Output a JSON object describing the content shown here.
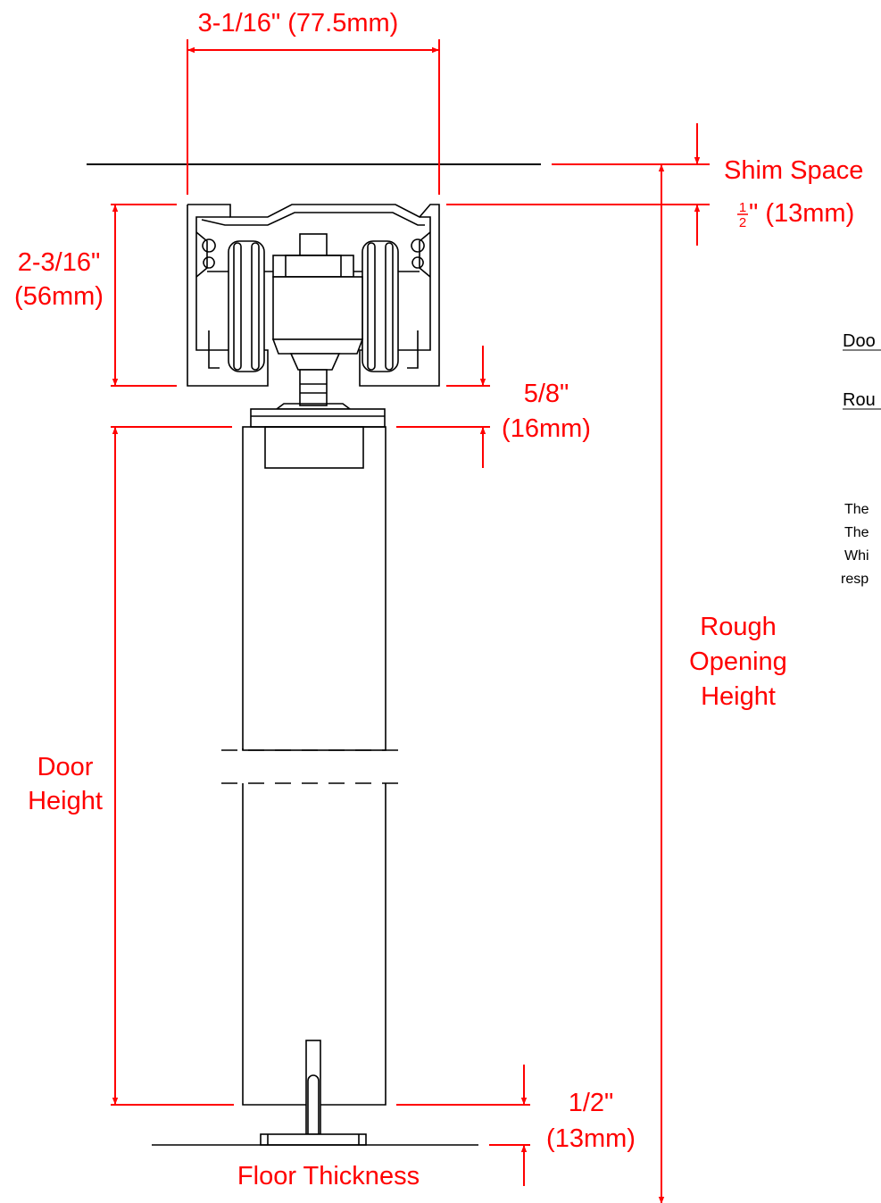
{
  "colors": {
    "dimension": "#ff0000",
    "linework": "#000000",
    "background": "#ffffff"
  },
  "dimensions": {
    "top_width": "3-1/16\" (77.5mm)",
    "shim_title": "Shim Space",
    "shim_value": "\" (13mm)",
    "shim_fraction_num": "1",
    "shim_fraction_den": "2",
    "track_height_line1": "2-3/16\"",
    "track_height_line2": "(56mm)",
    "gap_line1": "5/8\"",
    "gap_line2": "(16mm)",
    "floor_gap_line1": "1/2\"",
    "floor_gap_line2": "(13mm)",
    "floor_label": "Floor Thickness",
    "door_height_line1": "Door",
    "door_height_line2": "Height",
    "rough_line1": "Rough",
    "rough_line2": "Opening",
    "rough_line3": "Height"
  },
  "side_labels": [
    "Doo",
    "Rou"
  ],
  "notes": [
    "The",
    "The",
    "Whi",
    "resp"
  ]
}
